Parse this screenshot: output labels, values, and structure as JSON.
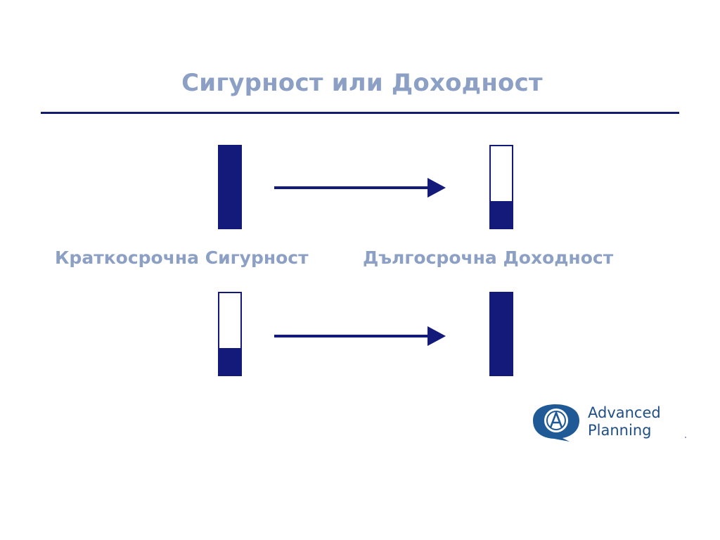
{
  "title": "Сигурност или Доходност",
  "labels": {
    "left": "Краткосрочна Сигурност",
    "right": "Дългосрочна Доходност"
  },
  "rows": [
    {
      "start_fill": 1.0,
      "end_fill": 0.33
    },
    {
      "start_fill": 0.33,
      "end_fill": 1.0
    }
  ],
  "logo": {
    "line1": "Advanced",
    "line2": "Planning",
    "mark_letter": "A"
  },
  "colors": {
    "title": "#8c9fc4",
    "bar": "#141a7a",
    "divider": "#141a6e",
    "logo": "#1f4f86"
  }
}
